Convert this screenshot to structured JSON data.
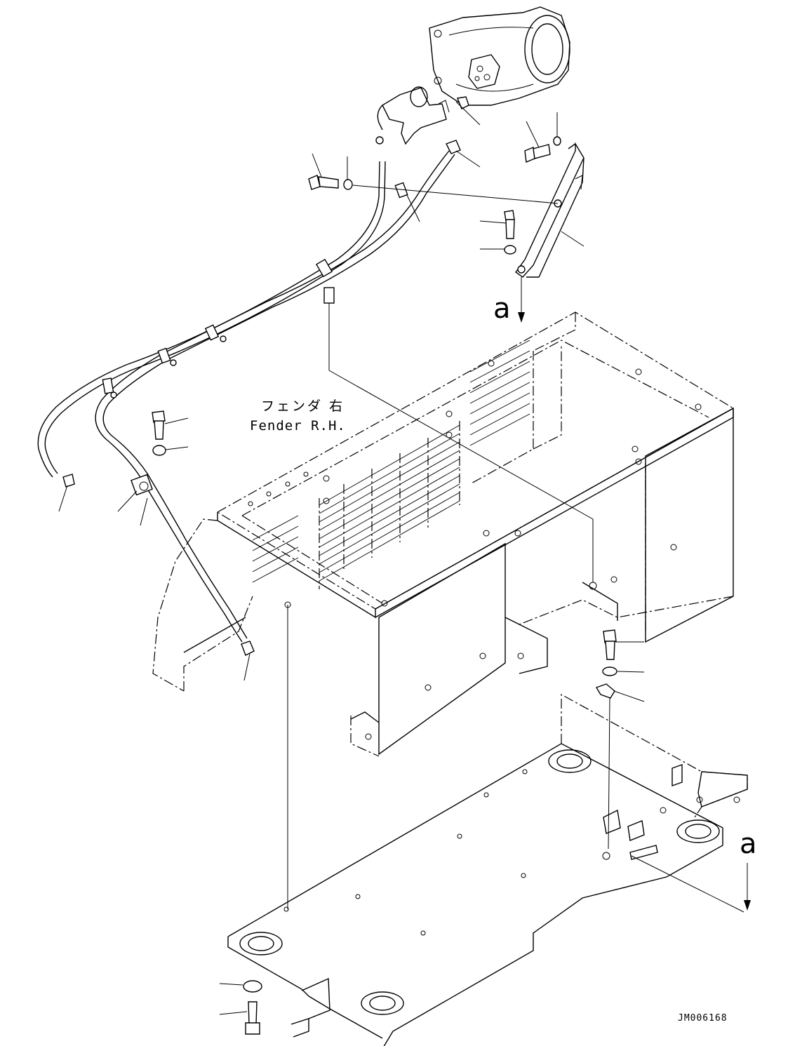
{
  "figure": {
    "fender_label_jp": "フェンダ 右",
    "fender_label_en": "Fender R.H.",
    "view_marker_top": "a",
    "view_marker_right": "a",
    "drawing_code": "JM006168"
  },
  "icons": {
    "leader": "leader-line-icon",
    "bolt": "bolt-icon",
    "washer": "washer-icon",
    "clip": "clip-icon",
    "grommet": "grommet-icon",
    "arrow": "view-arrow-icon"
  },
  "colors": {
    "line": "#000000",
    "background": "#ffffff"
  }
}
